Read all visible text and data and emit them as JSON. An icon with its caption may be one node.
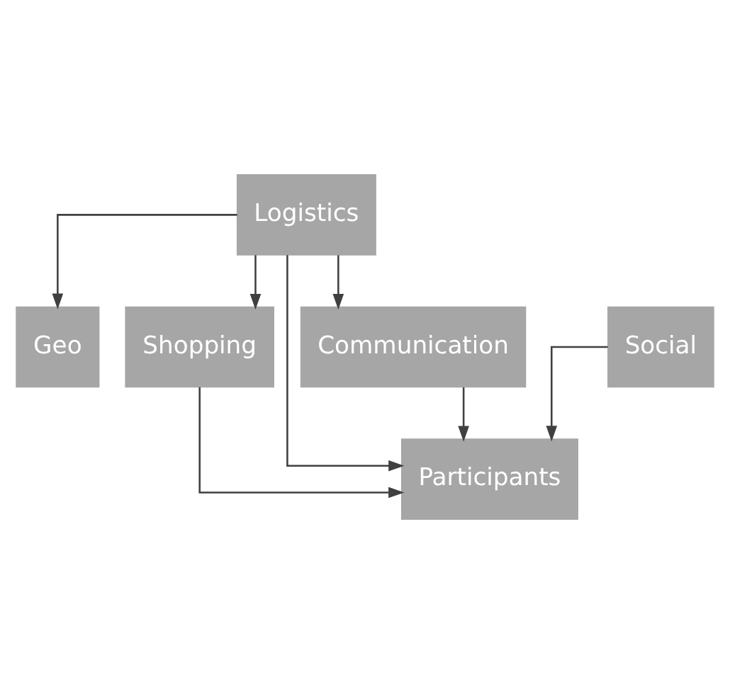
{
  "diagram": {
    "nodes": [
      {
        "text": [
          "Logistics"
        ]
      },
      {
        "text": [
          "Geo"
        ]
      },
      {
        "text": [
          "Shopping"
        ]
      },
      {
        "text": [
          "Communication"
        ]
      },
      {
        "text": [
          "Social"
        ]
      },
      {
        "text": [
          "Participants"
        ]
      }
    ],
    "edges": [
      {
        "from": 0,
        "to": 1,
        "arrow": "to"
      },
      {
        "from": 0,
        "to": 2,
        "arrow": "to"
      },
      {
        "from": 0,
        "to": 3,
        "arrow": "to"
      },
      {
        "from": 0,
        "to": 5,
        "arrow": "to"
      },
      {
        "from": 2,
        "to": 5,
        "arrow": "to"
      },
      {
        "from": 3,
        "to": 5,
        "arrow": "to"
      },
      {
        "from": 4,
        "to": 5,
        "arrow": "to"
      }
    ]
  }
}
